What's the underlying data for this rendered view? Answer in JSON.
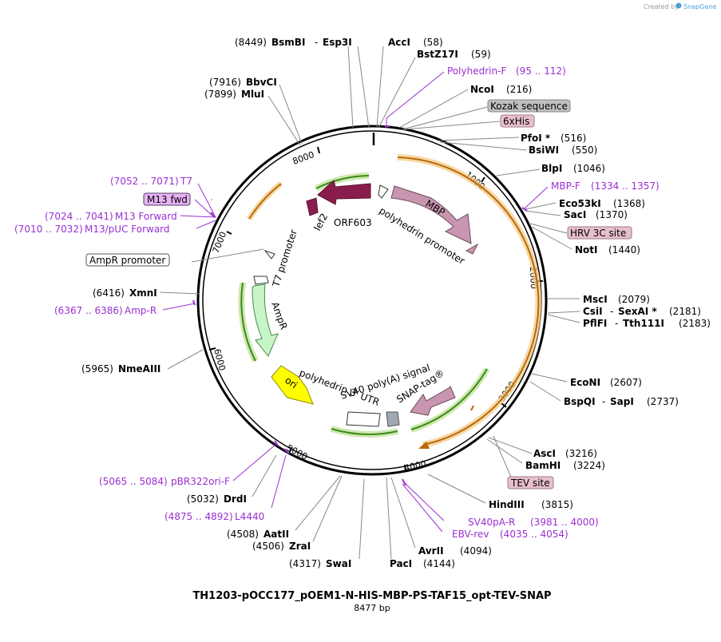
{
  "credit": "Created by",
  "brand": "SnapGene",
  "title": "TH1203-pOCC177_pOEM1-N-HIS-MBP-PS-TAF15_opt-TEV-SNAP",
  "subtitle": "8477 bp",
  "ticks": [
    "1000",
    "2000",
    "3000",
    "4000",
    "5000",
    "6000",
    "7000",
    "8000"
  ],
  "features": {
    "mbp": "MBP",
    "polyhedrin_promoter": "polyhedrin promoter",
    "orf603": "ORF603",
    "lef2": "lef2",
    "t7_promoter": "T7 promoter",
    "ampr": "AmpR",
    "ori": "ori",
    "polyhedrin_utr": "polyhedrin 3′ UTR",
    "sv40": "SV40 poly(A) signal",
    "snap": "SNAP-tag®"
  },
  "sites": {
    "bsmbi": {
      "pos": "(8449)",
      "name1": "BsmBI",
      "sep": "-",
      "name2": "Esp3I"
    },
    "acci": {
      "name": "AccI",
      "pos": "(58)"
    },
    "bstz17i": {
      "name": "BstZ17I",
      "pos": "(59)"
    },
    "ncoi": {
      "name": "NcoI",
      "pos": "(216)"
    },
    "pfoi": {
      "name": "PfoI *",
      "pos": "(516)"
    },
    "bsiwi": {
      "name": "BsiWI",
      "pos": "(550)"
    },
    "blpi": {
      "name": "BlpI",
      "pos": "(1046)"
    },
    "eco53ki": {
      "name": "Eco53kI",
      "pos": "(1368)"
    },
    "saci": {
      "name": "SacI",
      "pos": "(1370)"
    },
    "noti": {
      "name": "NotI",
      "pos": "(1440)"
    },
    "msci": {
      "name": "MscI",
      "pos": "(2079)"
    },
    "csii": {
      "name1": "CsiI",
      "sep": "-",
      "name2": "SexAI *",
      "pos": "(2181)"
    },
    "pflfi": {
      "name1": "PflFI",
      "sep": "-",
      "name2": "Tth111I",
      "pos": "(2183)"
    },
    "econi": {
      "name": "EcoNI",
      "pos": "(2607)"
    },
    "bspqi": {
      "name1": "BspQI",
      "sep": "-",
      "name2": "SapI",
      "pos": "(2737)"
    },
    "asci": {
      "name": "AscI",
      "pos": "(3216)"
    },
    "bamhi": {
      "name": "BamHI",
      "pos": "(3224)"
    },
    "hindiii": {
      "name": "HindIII",
      "pos": "(3815)"
    },
    "avrii": {
      "name": "AvrII",
      "pos": "(4094)"
    },
    "paci": {
      "name": "PacI",
      "pos": "(4144)"
    },
    "swai": {
      "pos": "(4317)",
      "name": "SwaI"
    },
    "zrai": {
      "pos": "(4506)",
      "name": "ZraI"
    },
    "aatii": {
      "pos": "(4508)",
      "name": "AatII"
    },
    "drdi": {
      "pos": "(5032)",
      "name": "DrdI"
    },
    "nmeaiii": {
      "pos": "(5965)",
      "name": "NmeAIII"
    },
    "xmni": {
      "pos": "(6416)",
      "name": "XmnI"
    },
    "mlui": {
      "pos": "(7899)",
      "name": "MluI"
    },
    "bbvci": {
      "pos": "(7916)",
      "name": "BbvCI"
    }
  },
  "primers": {
    "polyhedrin_f": {
      "name": "Polyhedrin-F",
      "range": "(95 .. 112)"
    },
    "mbp_f": {
      "name": "MBP-F",
      "range": "(1334 .. 1357)"
    },
    "sv40pa_r": {
      "name": "SV40pA-R",
      "range": "(3981 .. 4000)"
    },
    "ebv_rev": {
      "name": "EBV-rev",
      "range": "(4035 .. 4054)"
    },
    "l4440": {
      "range": "(4875 .. 4892)",
      "name": "L4440"
    },
    "pbr322ori_f": {
      "range": "(5065 .. 5084)",
      "name": "pBR322ori-F"
    },
    "amp_r": {
      "range": "(6367 .. 6386)",
      "name": "Amp-R"
    },
    "t7": {
      "range": "(7052 .. 7071)",
      "name": "T7"
    },
    "m13_forward": {
      "range": "(7024 .. 7041)",
      "name": "M13 Forward"
    },
    "m13_puc": {
      "range": "(7010 .. 7032)",
      "name": "M13/pUC Forward"
    }
  },
  "boxes": {
    "kozak": "Kozak sequence",
    "his": "6xHis",
    "hrv": "HRV 3C site",
    "tev": "TEV site",
    "m13fwd": "M13 fwd",
    "ampr_promoter": "AmpR promoter"
  },
  "colors": {
    "mbp": "#c896b0",
    "orf603": "#8b1d4e",
    "ampr": "#c8f5c8",
    "ori": "#ffff00",
    "snap": "#c896b0",
    "orange_arc": "#f5a020",
    "green_arc": "#3a8a1a",
    "primer": "#9a2fd1",
    "box_pink": "#e8bfcf",
    "box_gray": "#c0c0c0",
    "box_purple": "#e6b3f5"
  }
}
